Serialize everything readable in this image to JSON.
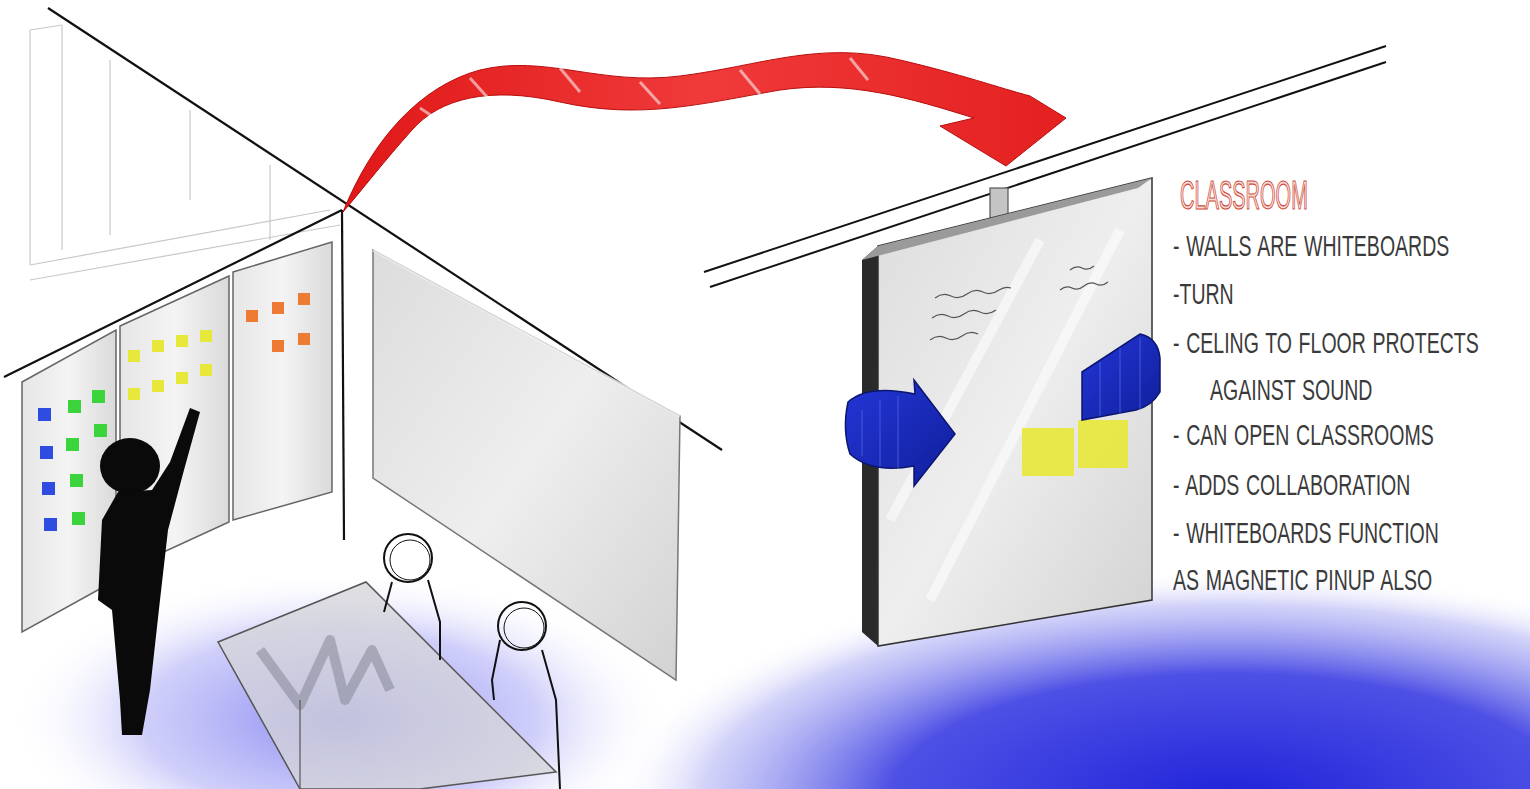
{
  "diagram": {
    "title": "CLASSROOM",
    "labels": [
      "- WALLS ARE WHITEBOARDS",
      "-TURN",
      "- CELING TO FLOOR PROTECTS AGAINST SOUND",
      "- CAN OPEN CLASSROOMS",
      "- ADDS COLLABORATION",
      "- WHITEBOARDS FUNCTION AS MAGNETIC PINUP ALSO"
    ]
  }
}
